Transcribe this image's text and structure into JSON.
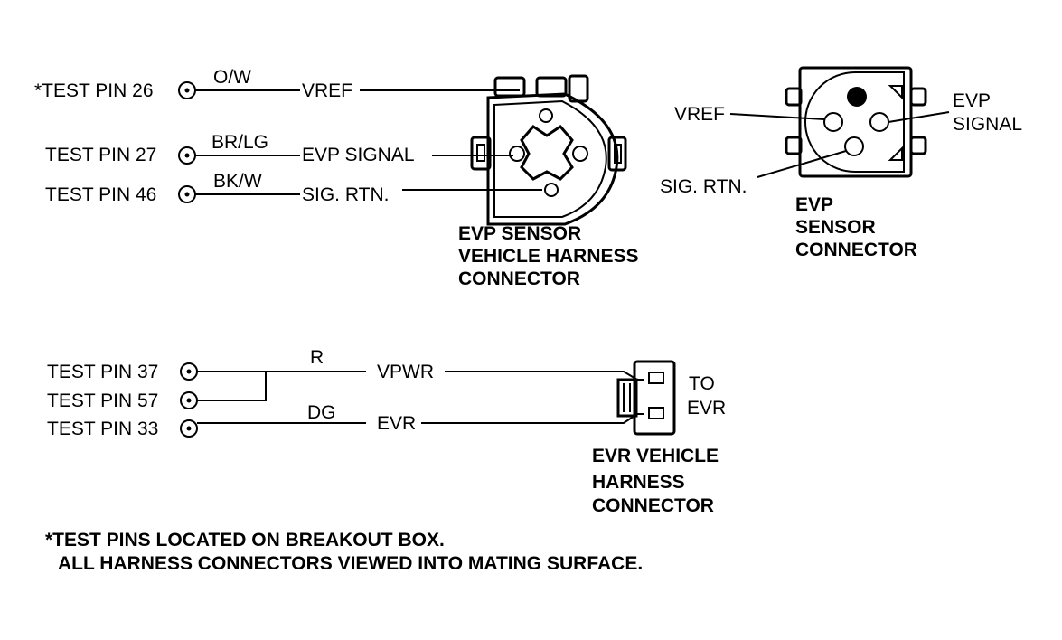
{
  "top_left": {
    "pins": [
      {
        "label": "*TEST PIN 26",
        "wire": "O/W",
        "signal": "VREF"
      },
      {
        "label": "TEST PIN 27",
        "wire": "BR/LG",
        "signal": "EVP SIGNAL"
      },
      {
        "label": "TEST PIN 46",
        "wire": "BK/W",
        "signal": "SIG. RTN."
      }
    ],
    "connector_title": [
      "EVP SENSOR",
      "VEHICLE HARNESS",
      "CONNECTOR"
    ]
  },
  "top_right": {
    "vref": "VREF",
    "signal": [
      "EVP",
      "SIGNAL"
    ],
    "sig_rtn": "SIG. RTN.",
    "connector_title": [
      "EVP",
      "SENSOR",
      "CONNECTOR"
    ]
  },
  "bottom": {
    "pins": [
      {
        "label": "TEST PIN 37",
        "wire": "R",
        "signal": "VPWR"
      },
      {
        "label": "TEST PIN 57"
      },
      {
        "label": "TEST PIN 33",
        "wire": "DG",
        "signal": "EVR"
      }
    ],
    "to_label": [
      "TO",
      "EVR"
    ],
    "connector_title": [
      "EVR VEHICLE",
      "HARNESS",
      "CONNECTOR"
    ]
  },
  "notes": [
    "*TEST PINS LOCATED ON BREAKOUT BOX.",
    "ALL HARNESS CONNECTORS VIEWED INTO MATING SURFACE."
  ]
}
